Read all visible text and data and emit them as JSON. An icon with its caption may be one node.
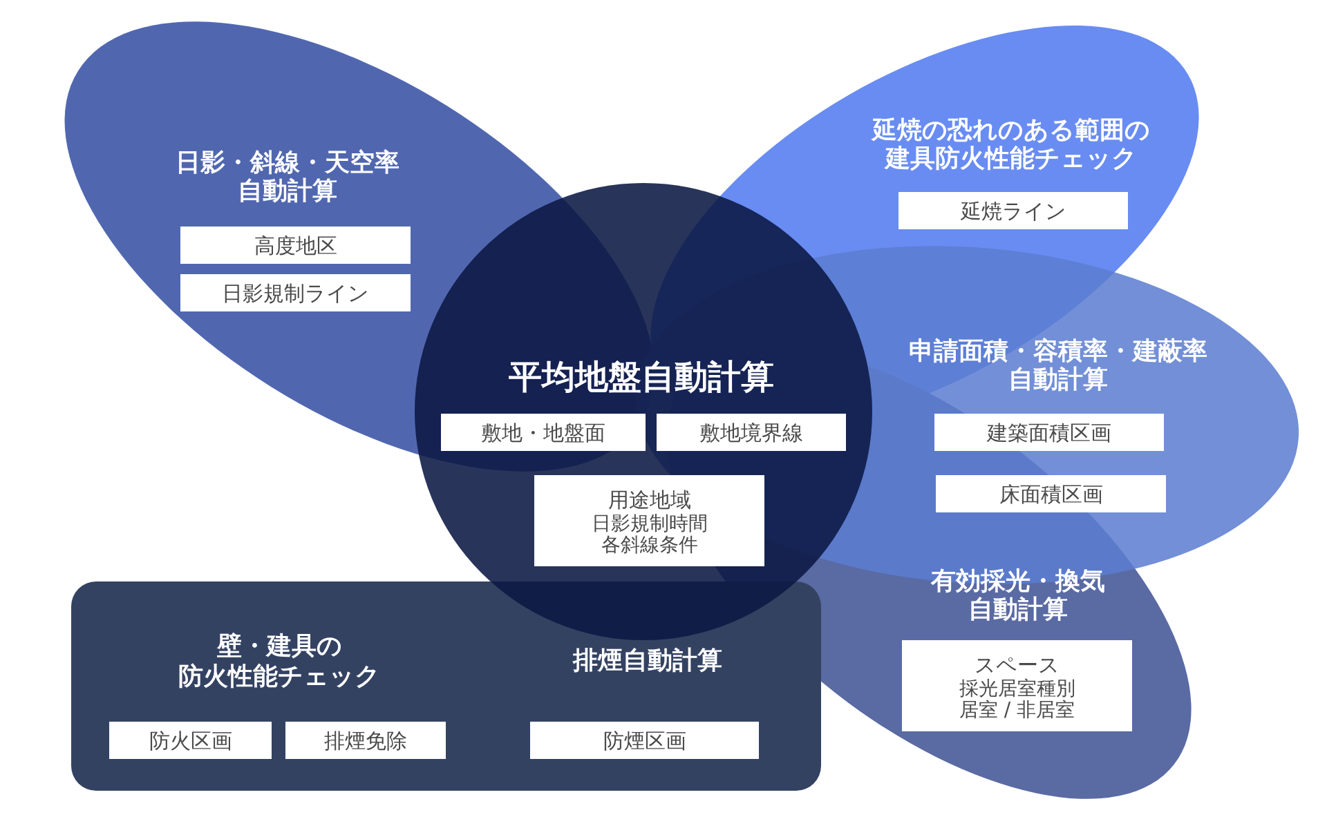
{
  "diagram": {
    "nodes": [
      {
        "text": [
          "日影・斜線・天空率自動計算"
        ]
      },
      {
        "text": [
          "高度地区"
        ],
        "in": 0
      },
      {
        "text": [
          "日影規制ライン"
        ],
        "in": 0
      },
      {
        "text": [
          "延焼の恐れのある範囲の建具防火性能チェック"
        ]
      },
      {
        "text": [
          "延焼ライン"
        ],
        "in": 3
      },
      {
        "text": [
          "平均地盤自動計算"
        ]
      },
      {
        "text": [
          "敷地・地盤面"
        ]
      },
      {
        "text": [
          "敷地境界線"
        ]
      },
      {
        "text": [
          "用途地域",
          "日影規制時間",
          "各斜線条件"
        ],
        "in": 5
      },
      {
        "text": [
          "申請面積・容積率・建蔽率自動計算"
        ]
      },
      {
        "text": [
          "建築面積区画"
        ],
        "in": 9
      },
      {
        "text": [
          "床面積区画"
        ]
      },
      {
        "text": [
          "有効採光・換気自動計算"
        ]
      },
      {
        "text": [
          "スペース",
          "採光居室種別",
          "居室 / 非居室"
        ],
        "in": 12
      },
      {
        "text": [
          "壁・建具の",
          "防火性能チェック",
          "排煙自動計算"
        ]
      },
      {
        "text": [
          "防火区画"
        ],
        "in": 14
      },
      {
        "text": [
          "排煙免除"
        ],
        "in": 14
      },
      {
        "text": [
          "防煙区画"
        ],
        "in": 14
      }
    ]
  }
}
